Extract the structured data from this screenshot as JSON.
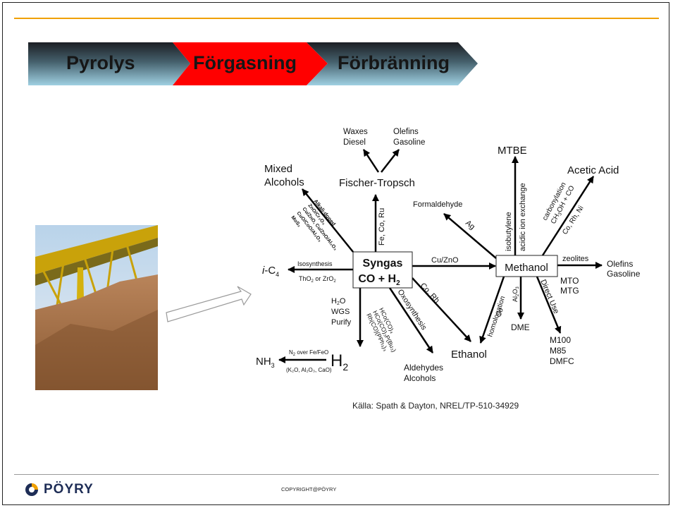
{
  "banner": {
    "stages": [
      "Pyrolys",
      "Förgasning",
      "Förbränning"
    ],
    "colors": {
      "inactive_dark": "#1c1f24",
      "inactive_light": "#9fd0e2",
      "active": "#ff0000"
    }
  },
  "diagram": {
    "syngas": {
      "line1": "Syngas",
      "line2a": "CO + H",
      "line2b": "2"
    },
    "methanol": "Methanol",
    "products": {
      "waxes": "Waxes",
      "diesel": "Diesel",
      "olefins_ft": "Olefins",
      "gasoline_ft": "Gasoline",
      "fischer_tropsch": "Fischer-Tropsch",
      "mixed": "Mixed",
      "alcohols_mixed": "Alcohols",
      "mtbe": "MTBE",
      "acetic_acid": "Acetic Acid",
      "formaldehyde": "Formaldehyde",
      "olefins_m": "Olefins",
      "gasoline_m": "Gasoline",
      "mto": "MTO",
      "mtg": "MTG",
      "ic4_i": "i",
      "ic4_c": "-C",
      "ic4_sub": "4",
      "ethanol": "Ethanol",
      "dme": "DME",
      "m100": "M100",
      "m85": "M85",
      "dmfc": "DMFC",
      "aldehydes": "Aldehydes",
      "alcohols_oxo": "Alcohols",
      "nh3_a": "NH",
      "nh3_sub": "3",
      "h2_a": "H",
      "h2_sub": "2"
    },
    "labels": {
      "fe_co_ru": "Fe, Co, Ru",
      "cu_zno": "Cu/ZnO",
      "co_rh": "Co, Rh",
      "isosynthesis": "Isosynthesis",
      "tho2_a": "ThO",
      "tho2_sub": "2",
      "tho2_b": " or ZrO",
      "tho2_sub2": "2",
      "ag": "Ag",
      "zeolites": "zeolites",
      "isobutylene": "isobutylene",
      "acidic_ion": "acidic ion exchange",
      "carbonylation": "carbonylation",
      "ch3oh_a": "CH",
      "ch3oh_sub": "3",
      "ch3oh_b": "OH + CO",
      "co_rh_ni": "Co, Rh, Ni",
      "homologation": "homologation",
      "homolog_co": "Co",
      "al2o3_a": "Al",
      "al2o3_sub": "2",
      "al2o3_b": "O",
      "al2o3_sub2": "3",
      "direct_use": "Direct Use",
      "oxosynthesis": "Oxosynthesis",
      "h2o_a": "H",
      "h2o_sub": "2",
      "h2o_b": "O",
      "wgs": "WGS",
      "purify": "Purify",
      "n2_a": "N",
      "n2_sub": "2",
      "n2_b": " over Fe/FeO",
      "k2o": "(K₂O, Al₂O₃, CaO)",
      "alkali_doped": "Alkali-doped",
      "cat_znocr": "ZnO/Cr₂O₃",
      "cat_cuzno": "Cu/ZnO, Cu/ZnO/Al₂O₃",
      "cat_cuocoo": "CuO/CoO/Al₂O₃",
      "cat_mos2": "MoS₂",
      "hco1": "HCo(CO)₄",
      "hco2": "HCo(CO)₃P(Bu₃)",
      "rh": "Rh(CO)(PPh₃)₃"
    },
    "source": "Källa: Spath & Dayton, NREL/TP-510-34929"
  },
  "footer": {
    "brand": "PÖYRY",
    "copyright": "COPYRIGHT@PÖYRY"
  }
}
